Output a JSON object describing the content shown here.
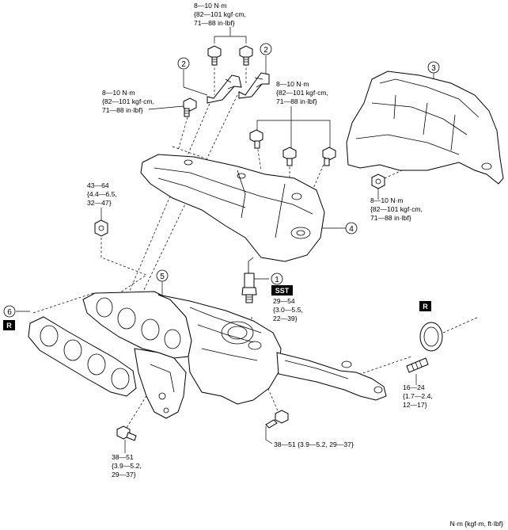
{
  "torque_labels": {
    "top_bolts": [
      "8—10 N·m",
      "{82—101 kgf·cm,",
      "71—88 in·lbf}"
    ],
    "left_bolt": [
      "8—10 N·m",
      "{82—101 kgf·cm,",
      "71—88 in·lbf}"
    ],
    "insulator_bolts": [
      "8—10 N·m",
      "{82—101 kgf·cm,",
      "71—88 in·lbf}"
    ],
    "right_nut": [
      "8—10 N·m",
      "{82—101 kgf·cm,",
      "71—88 in·lbf}"
    ],
    "manifold_nut": [
      "43—64",
      "{4.4—6.5,",
      "32—47}"
    ],
    "sensor": [
      "29—54",
      "{3.0—5.5,",
      "22—39}"
    ],
    "stud": [
      "16—24",
      "{1.7—2.4,",
      "12—17}"
    ],
    "bottom_bolt": [
      "38—51 {3.9—5.2, 29—37}"
    ],
    "bracket_bolt": [
      "38—51",
      "{3.9—5.2,",
      "29—37}"
    ]
  },
  "callouts": [
    "1",
    "2",
    "2",
    "3",
    "4",
    "5",
    "6"
  ],
  "tags": {
    "sst": "SST",
    "replace_gasket_left": "R",
    "replace_gasket_right": "R"
  },
  "unit_note": "N·m {kgf·m, ft·lbf}"
}
